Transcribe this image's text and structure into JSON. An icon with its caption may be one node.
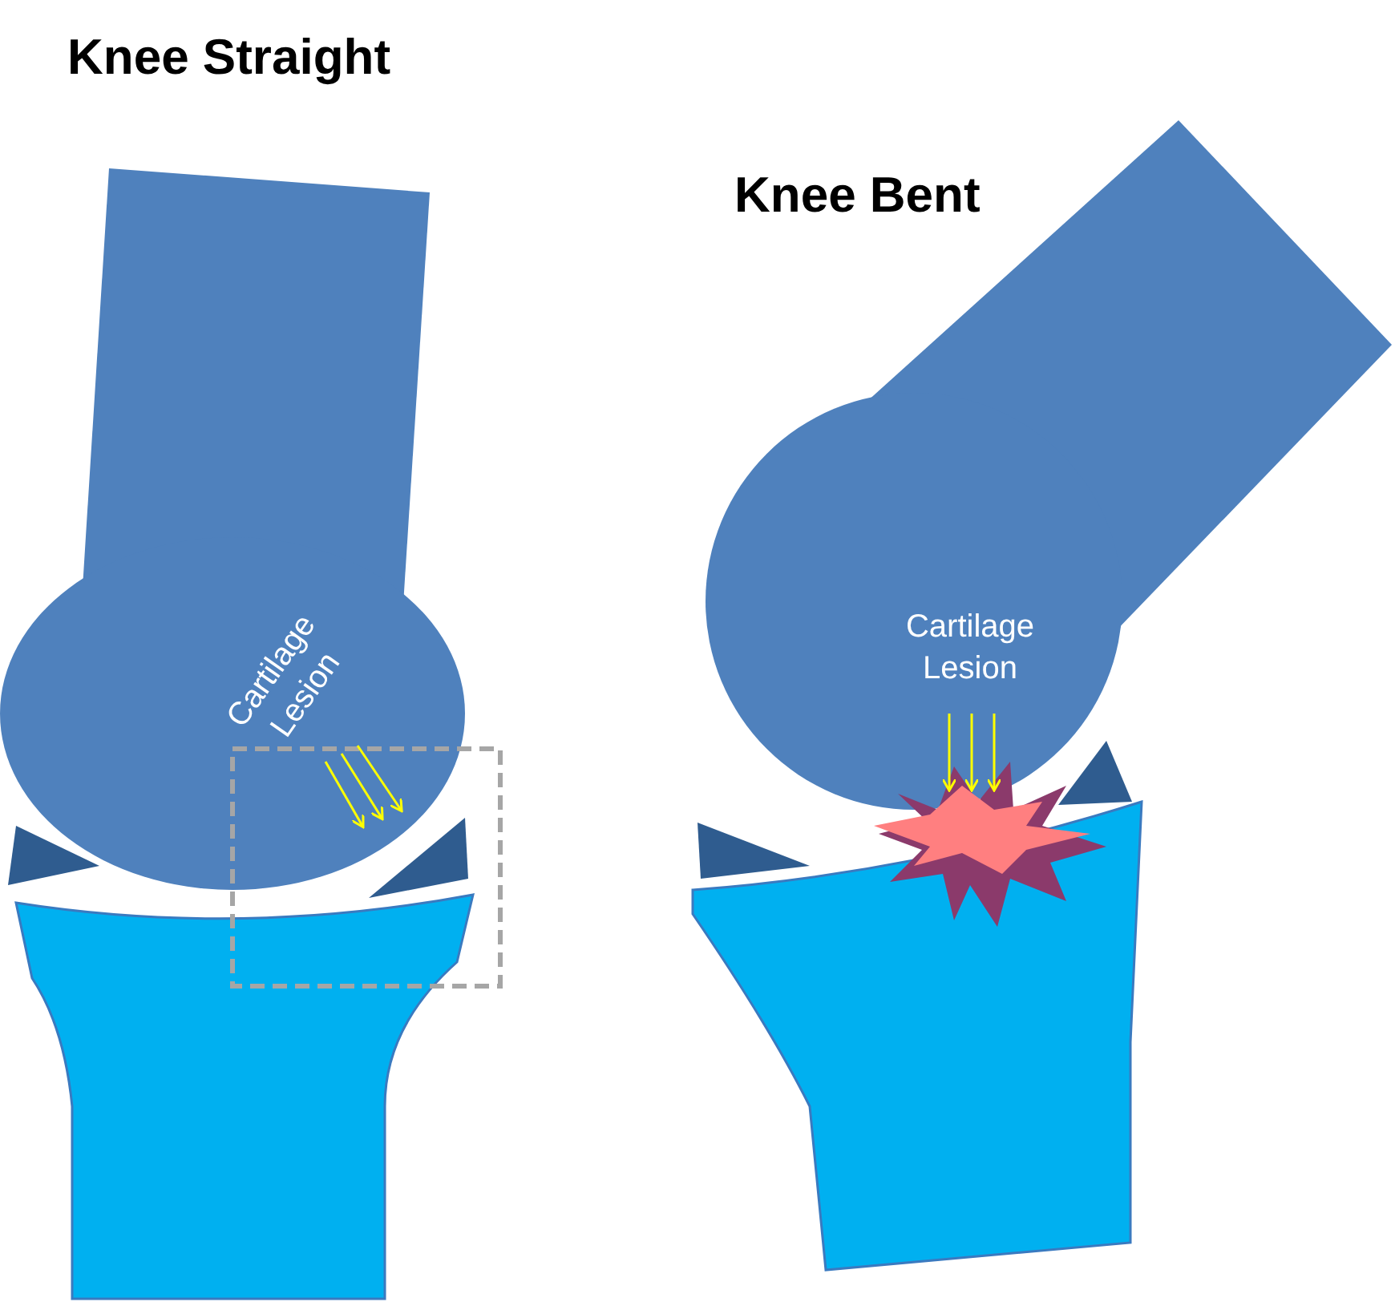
{
  "diagram": {
    "labels": [
      "Knee Straight",
      "Cartilage Lesion",
      "Knee Bent",
      "Cartilage Lesion"
    ]
  }
}
